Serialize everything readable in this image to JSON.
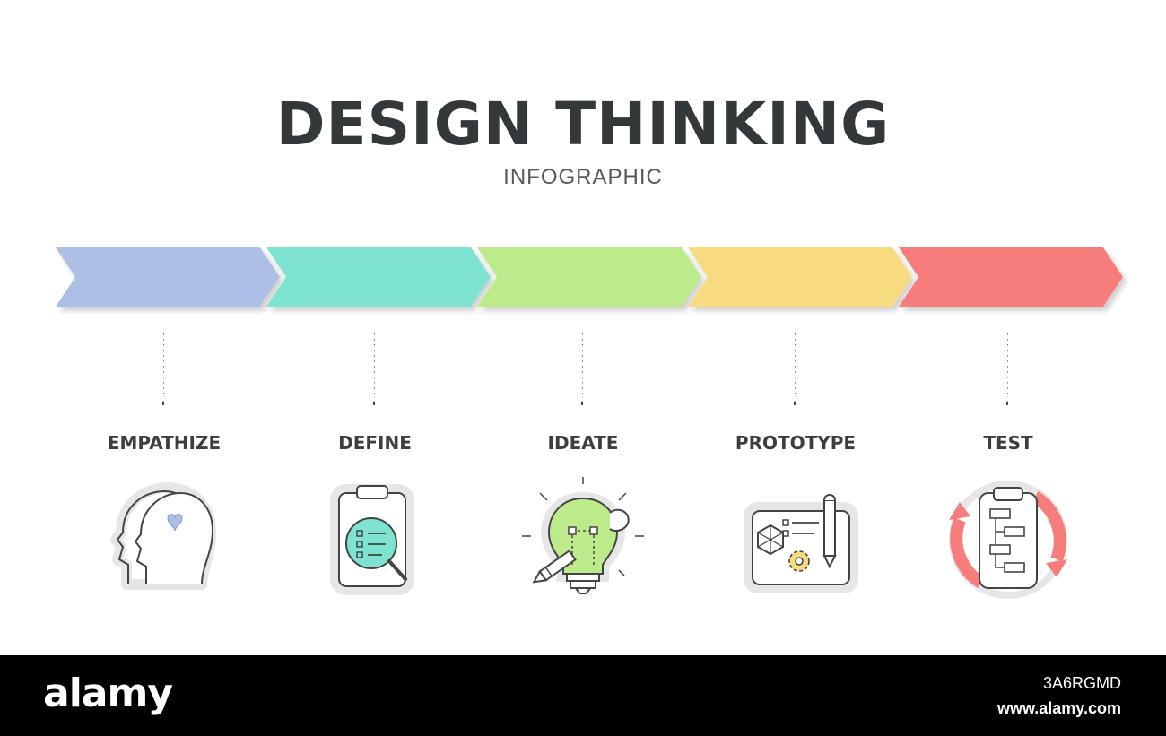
{
  "header": {
    "title": "DESIGN THINKING",
    "subtitle": "INFOGRAPHIC"
  },
  "steps": [
    {
      "label": "EMPATHIZE",
      "color": "#aebfe6",
      "icon": "heads-heart-icon"
    },
    {
      "label": "DEFINE",
      "color": "#7fe3d2",
      "icon": "clipboard-magnifier-icon"
    },
    {
      "label": "IDEATE",
      "color": "#bdeb8c",
      "icon": "lightbulb-pencil-icon"
    },
    {
      "label": "PROTOTYPE",
      "color": "#f8db7e",
      "icon": "blueprint-pencil-gear-icon"
    },
    {
      "label": "TEST",
      "color": "#f67d7b",
      "icon": "clipboard-cycle-icon"
    }
  ],
  "footer": {
    "brand": "alamy",
    "image_id": "3A6RGMD",
    "site": "www.alamy.com"
  }
}
